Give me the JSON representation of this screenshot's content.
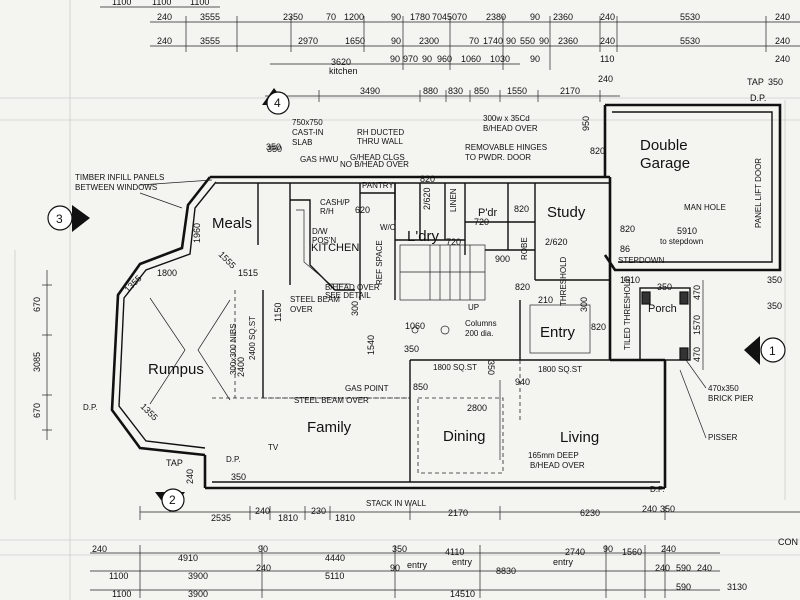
{
  "top_dims": {
    "row1": [
      "1100",
      "1100",
      "1100"
    ],
    "row2": [
      "240",
      "3555",
      "2350",
      "70",
      "1200",
      "90",
      "1780",
      "70",
      "450",
      "70",
      "2380",
      "90",
      "2360",
      "240",
      "5530",
      "240"
    ],
    "row3": [
      "240",
      "3555",
      "2970",
      "1650",
      "90",
      "2300",
      "70",
      "1740",
      "90",
      "550",
      "90",
      "2360",
      "240",
      "5530",
      "240"
    ],
    "row4": [
      "90",
      "970",
      "90",
      "960",
      "1060",
      "1030",
      "90",
      "110",
      "240"
    ],
    "kitchen_dim": "3620",
    "kitchen_dim_label": "kitchen",
    "row5": [
      "240",
      "3490",
      "880",
      "830",
      "850",
      "1550",
      "2170"
    ],
    "tap_label": "TAP",
    "tap_dim": "350",
    "dp": "D.P."
  },
  "bottom_dims": {
    "row1": [
      "2535",
      "240",
      "1810",
      "230",
      "1810",
      "2170",
      "6230"
    ],
    "row2": [
      "240",
      "4910",
      "90",
      "4440",
      "350",
      "4110",
      "2740",
      "90",
      "1560",
      "240"
    ],
    "row2_entry": "entry",
    "row3": [
      "1100",
      "3900",
      "240",
      "5110",
      "90",
      "8830",
      "240",
      "590",
      "240"
    ],
    "row3_entry_left": "entry",
    "row3_entry_right": "entry",
    "row4": [
      "1100",
      "3900",
      "14510",
      "590",
      "3130"
    ],
    "cont": "CON"
  },
  "left_dims": [
    "670",
    "3085",
    "670"
  ],
  "right_dims": [
    "470",
    "1570",
    "470",
    "350",
    "350"
  ],
  "markers": [
    "1",
    "2",
    "3",
    "4"
  ],
  "rooms": {
    "meals": "Meals",
    "kitchen": "KITCHEN",
    "rumpus": "Rumpus",
    "family": "Family",
    "dining": "Dining",
    "living": "Living",
    "ldry": "L'dry",
    "pwdr": "P'dr",
    "study": "Study",
    "entry": "Entry",
    "porch": "Porch",
    "garage_1": "Double",
    "garage_2": "Garage",
    "pantry": "PANTRY",
    "linen": "LINEN",
    "robe": "ROBE"
  },
  "notes": {
    "timber_1": "TIMBER INFILL PANELS",
    "timber_2": "BETWEEN WINDOWS",
    "castin_1": "750x750",
    "castin_2": "CAST-IN",
    "castin_3": "SLAB",
    "rh_duct_1": "RH DUCTED",
    "rh_duct_2": "THRU WALL",
    "gas_hwu": "GAS HWU",
    "ghead_1": "G/HEAD CLGS",
    "ghead_2": "NO B/HEAD OVER",
    "bhead_1": "300w x 35Cd",
    "bhead_2": "B/HEAD OVER",
    "removable_1": "REMOVABLE HINGES",
    "removable_2": "TO PWDR. DOOR",
    "cashp": "CASH/P",
    "rh": "R/H",
    "dw_1": "D/W",
    "dw_2": "POS'N",
    "wc": "W/C",
    "ref": "REF SPACE",
    "steel_beam_1": "STEEL BEAM",
    "steel_beam_2": "OVER",
    "steel_beam_over": "STEEL BEAM OVER",
    "bhead_over_stair": "B/HEAD OVER",
    "bhead_seedet": "SEE DETAIL",
    "nibs": "300x300 NIBS",
    "sqst_1": "1800 SQ.ST",
    "sqst_2": "1800 SQ.ST",
    "sqst_3": "2400 SQ.ST",
    "gas_point": "GAS POINT",
    "columns_1": "Columns",
    "columns_2": "200 dia.",
    "deep_1": "165mm DEEP",
    "deep_2": "B/HEAD OVER",
    "stack": "STACK IN WALL",
    "up": "UP",
    "stepdown": "STEPDOWN",
    "to_stepdown": "to stepdown",
    "panel_lift": "PANEL LIFT DOOR",
    "manhole": "MAN HOLE",
    "threshold": "THRESHOLD",
    "tiled_threshold": "TILED THRESHOLD",
    "pier_1": "470x350",
    "pier_2": "BRICK PIER",
    "pisser": "PISSER",
    "tv": "TV",
    "dp": "D.P."
  },
  "inner_dims": {
    "d350": "350",
    "d820a": "820",
    "d820b": "820",
    "d2620": "2/620",
    "d620": "620",
    "d720a": "720",
    "d720b": "720",
    "d820c": "820",
    "d2620b": "2/620",
    "d900": "900",
    "d820d": "820",
    "d820e": "820",
    "d1960": "1960",
    "d1555": "1555",
    "d1515": "1515",
    "d1800": "1800",
    "d1355a": "1355",
    "d1355b": "1355",
    "d1150": "1150",
    "d1540": "1540",
    "d300": "300",
    "d2400": "2400",
    "d1060": "1060",
    "d350b": "350",
    "d350c": "350",
    "d850": "850",
    "d940": "940",
    "d2800": "2800",
    "d5910": "5910",
    "d86": "86",
    "d1510": "1510",
    "d210": "210",
    "d300b": "300",
    "d350d": "350",
    "d950": "950",
    "d350e": "350",
    "d820f": "820",
    "d240a": "240",
    "d350f": "350",
    "d240b": "240",
    "d350g": "350"
  }
}
